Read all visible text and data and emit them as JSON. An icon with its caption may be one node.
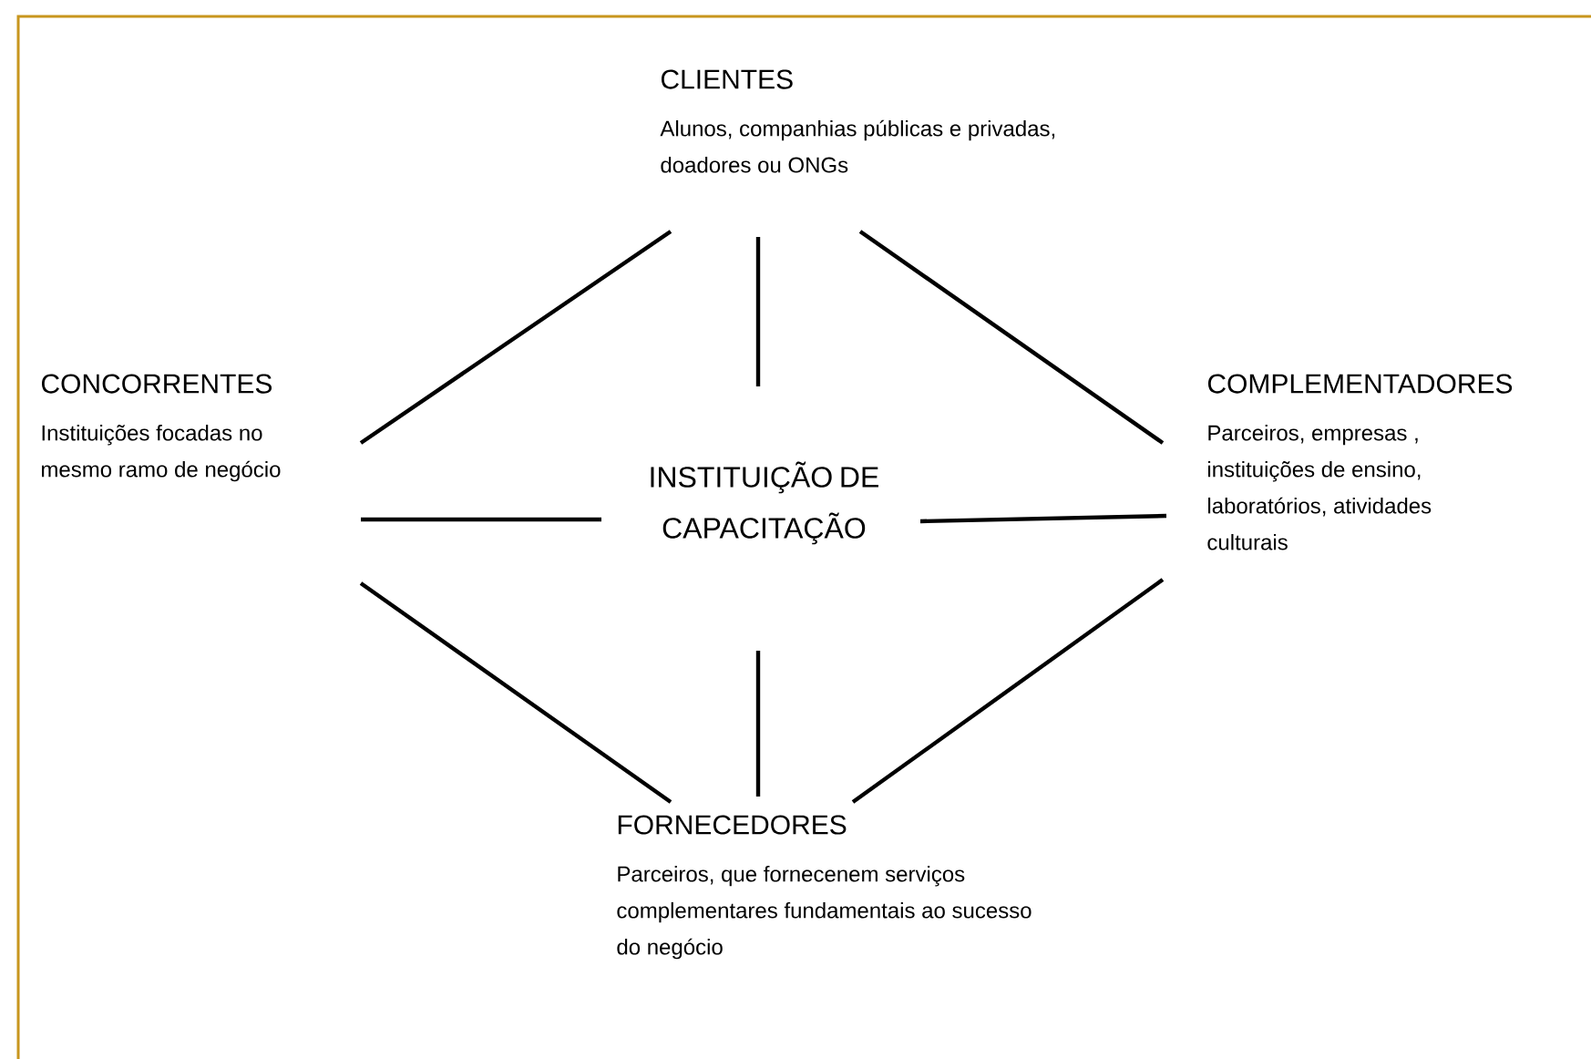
{
  "diagram": {
    "nodes": [
      {
        "text": [
          "CLIENTES",
          "Alunos, companhias públicas e privadas, doadores ou ONGs"
        ]
      },
      {
        "text": [
          "CONCORRENTES",
          "Instituições focadas no mesmo ramo de negócio"
        ]
      },
      {
        "text": [
          "INSTITUIÇÃO DE CAPACITAÇÃO"
        ]
      },
      {
        "text": [
          "COMPLEMENTADORES",
          "Parceiros, empresas , instituições de ensino, laboratórios, atividades culturais"
        ]
      },
      {
        "text": [
          "FORNECEDORES",
          "Parceiros, que fornecenem serviços complementares fundamentais ao sucesso do negócio"
        ]
      }
    ],
    "edges": [
      {
        "from": 0,
        "to": 1,
        "arrow": "none"
      },
      {
        "from": 0,
        "to": 2,
        "arrow": "none"
      },
      {
        "from": 0,
        "to": 3,
        "arrow": "none"
      },
      {
        "from": 1,
        "to": 2,
        "arrow": "none"
      },
      {
        "from": 2,
        "to": 3,
        "arrow": "none"
      },
      {
        "from": 1,
        "to": 4,
        "arrow": "none"
      },
      {
        "from": 2,
        "to": 4,
        "arrow": "none"
      },
      {
        "from": 3,
        "to": 4,
        "arrow": "none"
      }
    ]
  }
}
